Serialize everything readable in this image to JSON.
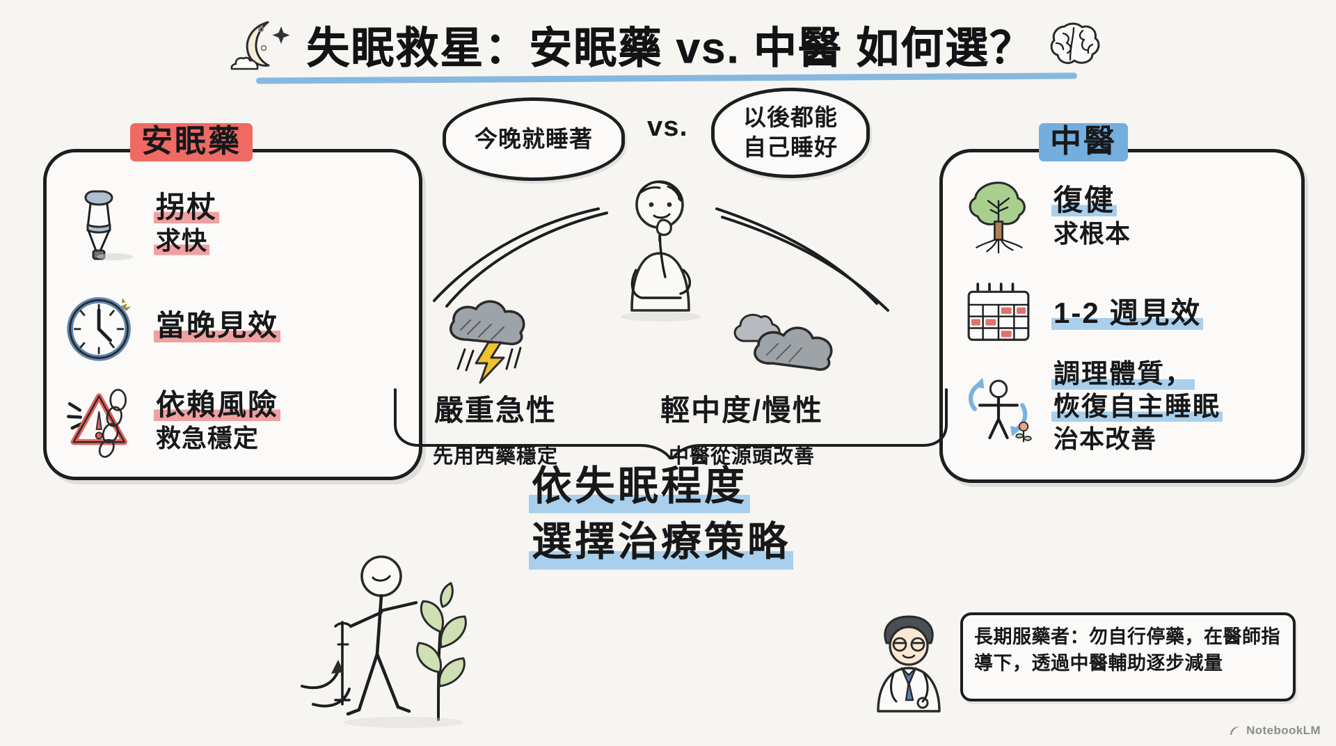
{
  "title": {
    "text": "失眠救星：安眠藥 vs. 中醫 如何選？",
    "left_icon": "moon-icon",
    "right_icon": "brain-icon",
    "underline_color": "#7cb2dd"
  },
  "left_panel": {
    "tag": "安眠藥",
    "tag_color": "#ef6a63",
    "items": [
      {
        "icon": "crutch-icon",
        "main": "拐杖",
        "sub": "求快"
      },
      {
        "icon": "clock-icon",
        "main": "當晚見效",
        "sub": ""
      },
      {
        "icon": "warning-chain-icon",
        "main": "依賴風險",
        "sub": "救急穩定"
      }
    ]
  },
  "right_panel": {
    "tag": "中醫",
    "tag_color": "#74aede",
    "items": [
      {
        "icon": "tree-icon",
        "main": "復健",
        "sub": "求根本"
      },
      {
        "icon": "calendar-icon",
        "main": "1-2 週見效",
        "sub": ""
      },
      {
        "icon": "person-cycle-icon",
        "main": "調理體質，",
        "main2": "恢復自主睡眠",
        "sub": "治本改善"
      }
    ]
  },
  "center": {
    "bubble_left": "今晚就睡著",
    "vs": "vs.",
    "bubble_right_line1": "以後都能",
    "bubble_right_line2": "自己睡好",
    "thinker_icon": "thinking-person-icon",
    "branches": [
      {
        "icon": "storm-cloud-icon",
        "label": "嚴重急性",
        "sub": "先用西藥穩定"
      },
      {
        "icon": "cloud-icon",
        "label": "輕中度/慢性",
        "sub": "中醫從源頭改善"
      }
    ]
  },
  "bottom": {
    "line1": "依失眠程度",
    "line2": "選擇治療策略",
    "walker_icon": "walking-person-plant-icon"
  },
  "doctor_note": {
    "icon": "doctor-icon",
    "text": "長期服藥者：勿自行停藥，在醫師指導下，透過中醫輔助逐步減量"
  },
  "watermark": {
    "label": "NotebookLM",
    "icon": "notebooklm-icon"
  }
}
